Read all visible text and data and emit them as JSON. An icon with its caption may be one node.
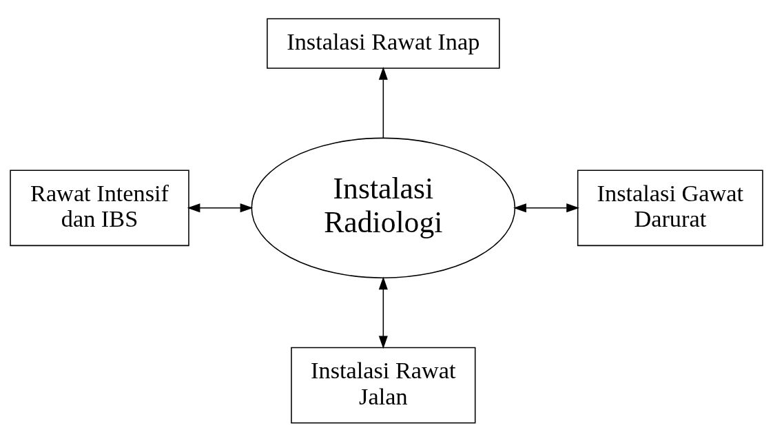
{
  "diagram": {
    "nodes": [
      {
        "text": [
          "Instalasi Rawat Inap"
        ]
      },
      {
        "text": [
          "Rawat Intensif dan IBS"
        ]
      },
      {
        "text": [
          "Instalasi Radiologi"
        ]
      },
      {
        "text": [
          "Instalasi Gawat Darurat"
        ]
      },
      {
        "text": [
          "Instalasi Rawat Jalan"
        ]
      }
    ],
    "edges": [
      {
        "from": 2,
        "to": 0,
        "arrow": "to"
      },
      {
        "from": 1,
        "to": 2,
        "arrow": "both"
      },
      {
        "from": 2,
        "to": 3,
        "arrow": "both"
      },
      {
        "from": 2,
        "to": 4,
        "arrow": "both"
      }
    ]
  }
}
